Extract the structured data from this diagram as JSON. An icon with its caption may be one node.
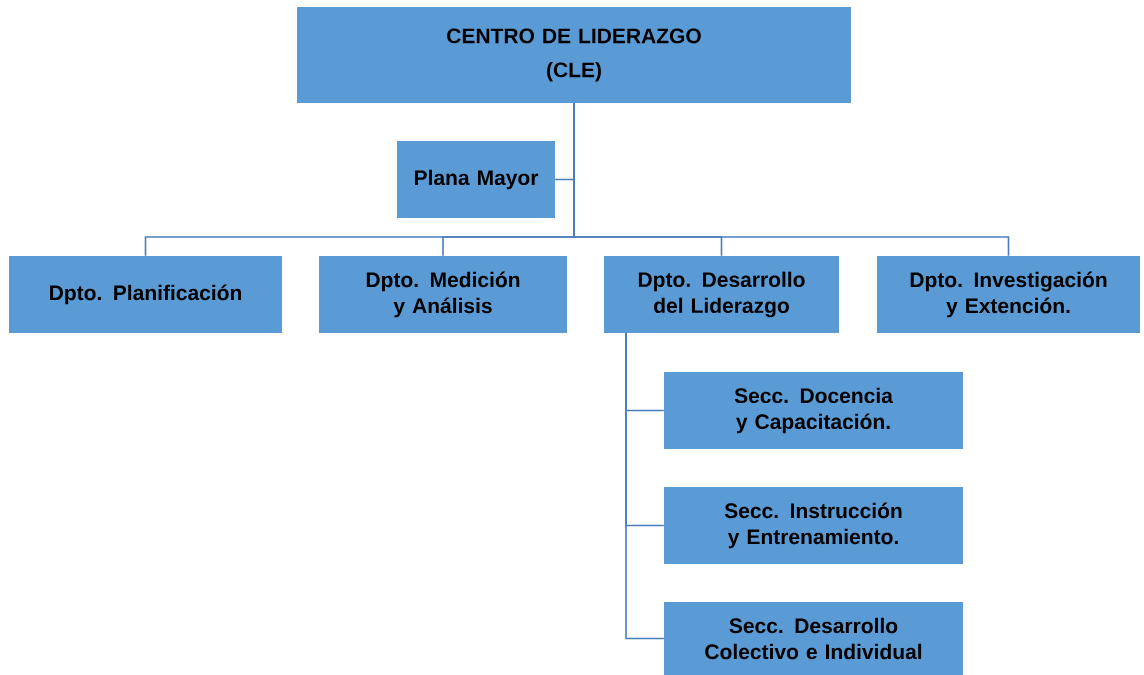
{
  "diagram": {
    "nodes": [
      {
        "text": [
          "CENTRO DE LIDERAZGO",
          "(CLE)"
        ]
      },
      {
        "text": [
          "Plana Mayor"
        ]
      },
      {
        "text": [
          "Dpto. Planificación"
        ]
      },
      {
        "text": [
          "Dpto. Medición y Análisis"
        ]
      },
      {
        "text": [
          "Dpto. Desarrollo del Liderazgo"
        ]
      },
      {
        "text": [
          "Dpto. Investigación y Extención."
        ]
      },
      {
        "text": [
          "Secc. Docencia y Capacitación."
        ]
      },
      {
        "text": [
          "Secc. Instrucción y Entrenamiento."
        ]
      },
      {
        "text": [
          "Secc. Desarrollo Colectivo e Individual"
        ]
      }
    ],
    "edges": [
      {
        "from": 0,
        "to": 1,
        "arrow": "none"
      },
      {
        "from": 0,
        "to": 2,
        "arrow": "none"
      },
      {
        "from": 0,
        "to": 3,
        "arrow": "none"
      },
      {
        "from": 0,
        "to": 4,
        "arrow": "none"
      },
      {
        "from": 0,
        "to": 5,
        "arrow": "none"
      },
      {
        "from": 4,
        "to": 6,
        "arrow": "none"
      },
      {
        "from": 4,
        "to": 7,
        "arrow": "none"
      },
      {
        "from": 4,
        "to": 8,
        "arrow": "none"
      }
    ]
  }
}
